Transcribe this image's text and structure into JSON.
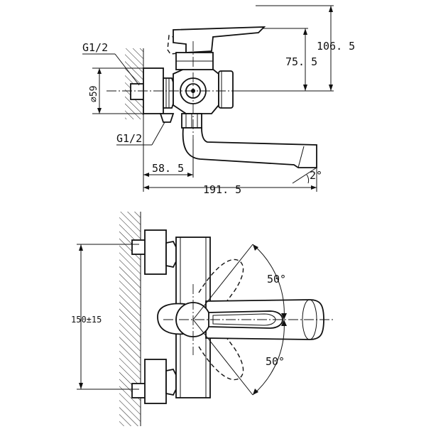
{
  "top_view": {
    "dimensions": {
      "height_overall": "106. 5",
      "height_axis": "75. 5",
      "inlet_thread": "G1/2",
      "diameter": "⌀59",
      "outlet_thread": "G1/2",
      "spout_offset": "58. 5",
      "length_overall": "191. 5",
      "spout_angle": "2°"
    }
  },
  "bottom_view": {
    "dimensions": {
      "inlet_spacing": "150±15",
      "lever_angle_up": "50°",
      "lever_angle_down": "50°"
    }
  }
}
